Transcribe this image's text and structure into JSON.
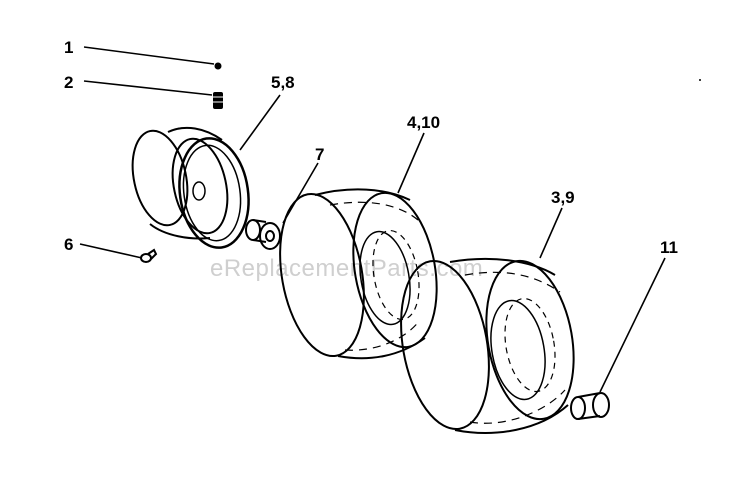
{
  "diagram": {
    "callouts": [
      {
        "id": "c1",
        "label": "1"
      },
      {
        "id": "c2",
        "label": "2"
      },
      {
        "id": "c58",
        "label": "5,8"
      },
      {
        "id": "c7",
        "label": "7"
      },
      {
        "id": "c410",
        "label": "4,10"
      },
      {
        "id": "c39",
        "label": "3,9"
      },
      {
        "id": "c6",
        "label": "6"
      },
      {
        "id": "c11",
        "label": "11"
      }
    ],
    "watermark": "eReplacementParts.com",
    "colors": {
      "ink": "#000000",
      "watermark": "#cfcfcf",
      "background": "#ffffff"
    }
  }
}
